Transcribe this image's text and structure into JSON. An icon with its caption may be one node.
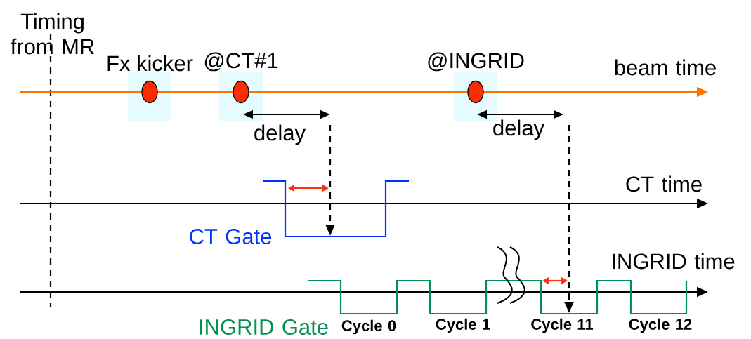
{
  "diagram": {
    "nodes": [
      {
        "text": [
          "Fx kicker"
        ]
      },
      {
        "text": [
          "@CT#1"
        ]
      },
      {
        "text": [
          "@INGRID"
        ]
      }
    ],
    "labels": [
      "Timing from MR",
      "beam time",
      "delay",
      "delay",
      "CT time",
      "CT Gate",
      "INGRID time",
      "INGRID Gate",
      "Cycle 0",
      "Cycle 1",
      "Cycle 11",
      "Cycle 12"
    ]
  }
}
